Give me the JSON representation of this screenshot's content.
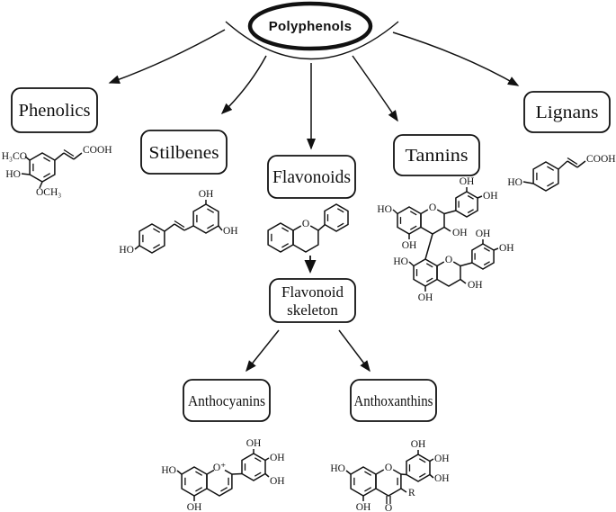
{
  "diagram": {
    "root": "Polyphenols",
    "categories": [
      "Phenolics",
      "Stilbenes",
      "Flavonoids",
      "Tannins",
      "Lignans"
    ],
    "skeleton_line1": "Flavonoid",
    "skeleton_line2": "skeleton",
    "subcategories": [
      "Anthocyanins",
      "Anthoxanthins"
    ]
  },
  "mol": {
    "sinapic": [
      "H₃CO",
      "HO",
      "OCH₃",
      "COOH"
    ],
    "resveratrol": [
      "HO",
      "OH",
      "OH"
    ],
    "flavan": [
      "O"
    ],
    "tannin": [
      "HO",
      "OH",
      "O",
      "OH",
      "OH",
      "OH",
      "HO",
      "OH",
      "O",
      "OH",
      "OH",
      "OH"
    ],
    "coumaric": [
      "HO",
      "COOH"
    ],
    "anthocyanin": [
      "HO",
      "O⁺",
      "OH",
      "OH",
      "OH",
      "OH"
    ],
    "anthoxanthin": [
      "HO",
      "O",
      "OH",
      "O",
      "R",
      "OH",
      "OH",
      "OH"
    ]
  },
  "colors": {
    "ink": "#111111",
    "background": "#ffffff"
  }
}
